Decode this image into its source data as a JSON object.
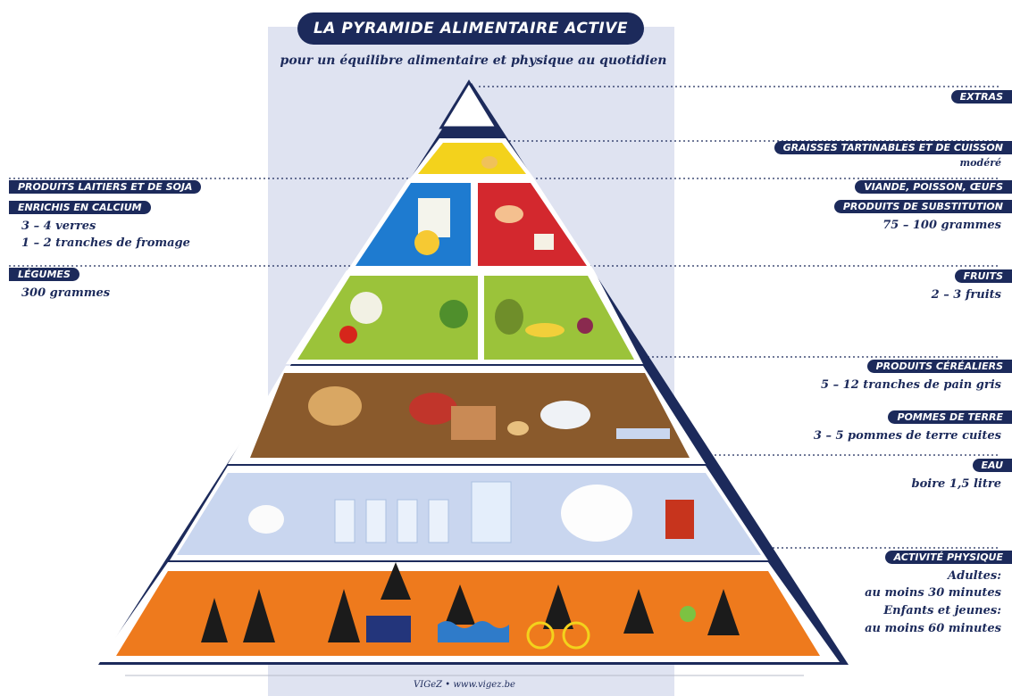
{
  "header": {
    "title": "LA PYRAMIDE ALIMENTAIRE ACTIVE",
    "subtitle": "pour un équilibre alimentaire et physique au quotidien"
  },
  "left_labels": {
    "dairy_title": "PRODUITS LAITIERS ET DE SOJA",
    "dairy_sub": "ENRICHIS EN CALCIUM",
    "dairy_line1": "3 – 4 verres",
    "dairy_line2": "1 – 2 tranches de fromage",
    "veg_title": "LÉGUMES",
    "veg_line1": "300 grammes"
  },
  "right_labels": {
    "extras_title": "EXTRAS",
    "fats_title": "GRAISSES TARTINABLES ET DE CUISSON",
    "fats_line1": "modéré",
    "meat_title": "VIANDE, POISSON, ŒUFS",
    "meat_sub": "PRODUITS DE SUBSTITUTION",
    "meat_line1": "75 – 100 grammes",
    "fruits_title": "FRUITS",
    "fruits_line1": "2 – 3 fruits",
    "cereal_title": "PRODUITS CÉRÉALIERS",
    "cereal_line1": "5 – 12 tranches de pain gris",
    "potato_title": "POMMES DE TERRE",
    "potato_line1": "3 – 5 pommes de terre cuites",
    "water_title": "EAU",
    "water_line1": "boire 1,5 litre",
    "activity_title": "ACTIVITÉ PHYSIQUE",
    "activity_line1": "Adultes:",
    "activity_line2": "au moins 30 minutes",
    "activity_line3": "Enfants et jeunes:",
    "activity_line4": "au moins 60 minutes"
  },
  "footer": {
    "credit": "VIGeZ • www.vigez.be"
  },
  "colors": {
    "navy": "#1c2a5b",
    "yellow": "#f3d21c",
    "blue": "#1e7bd0",
    "red": "#d3282e",
    "green": "#9bc33a",
    "brown": "#8a5a2c",
    "water": "#c9d6ef",
    "orange": "#ee7a1d",
    "panel": "#dfe3f1"
  }
}
